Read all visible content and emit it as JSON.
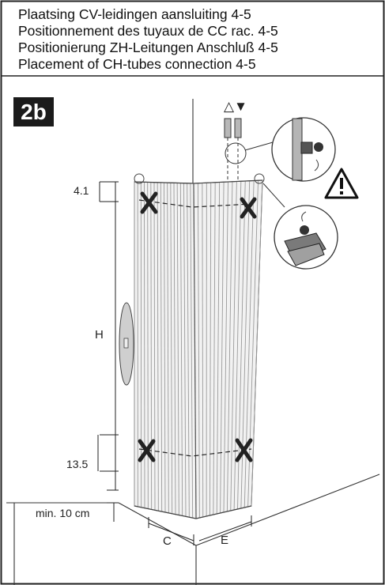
{
  "header": {
    "lines": [
      "Plaatsing CV-leidingen aansluiting 4-5",
      "Positionnement des tuyaux de CC rac. 4-5",
      "Positionierung ZH-Leitungen Anschluß 4-5",
      "Placement of CH-tubes connection 4-5"
    ]
  },
  "figure": {
    "badge": "2b",
    "flow_symbols": "△▼",
    "dimensions": {
      "top_offset": "4.1",
      "height": "H",
      "bottom_offset": "13.5",
      "floor_clearance": "min. 10 cm",
      "depth": "C",
      "width": "E"
    },
    "icons": [
      "warning-triangle-icon",
      "cross-mark-icon",
      "pipe-valve-detail-icon",
      "bracket-detail-icon"
    ]
  }
}
